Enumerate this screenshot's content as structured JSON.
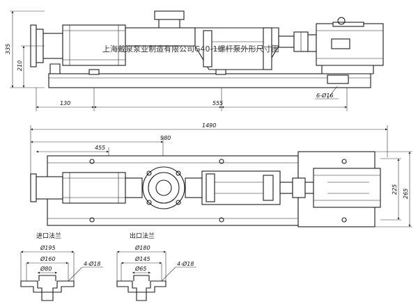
{
  "watermark": "上海戴泉泵业制造有限公司G40-1螺杆泵外形尺寸图",
  "side_view": {
    "dim_height_total": "335",
    "dim_height_center": "210",
    "dim_left_spacing": "130",
    "dim_base_length": "555",
    "dim_bolt_holes": "6-Ø16"
  },
  "top_view": {
    "dim_overall_length": "1490",
    "dim_to_outlet": "980",
    "dim_to_inlet_end": "455",
    "dim_width_inner": "225",
    "dim_width_outer": "265"
  },
  "inlet_flange": {
    "title": "进口法兰",
    "dim_outer": "Ø195",
    "dim_bolt_circle": "Ø160",
    "dim_bore": "Ø80",
    "dim_holes": "4-Ø18"
  },
  "outlet_flange": {
    "title": "出口法兰",
    "dim_outer": "Ø180",
    "dim_bolt_circle": "Ø145",
    "dim_bore": "Ø65",
    "dim_holes": "4-Ø18"
  }
}
